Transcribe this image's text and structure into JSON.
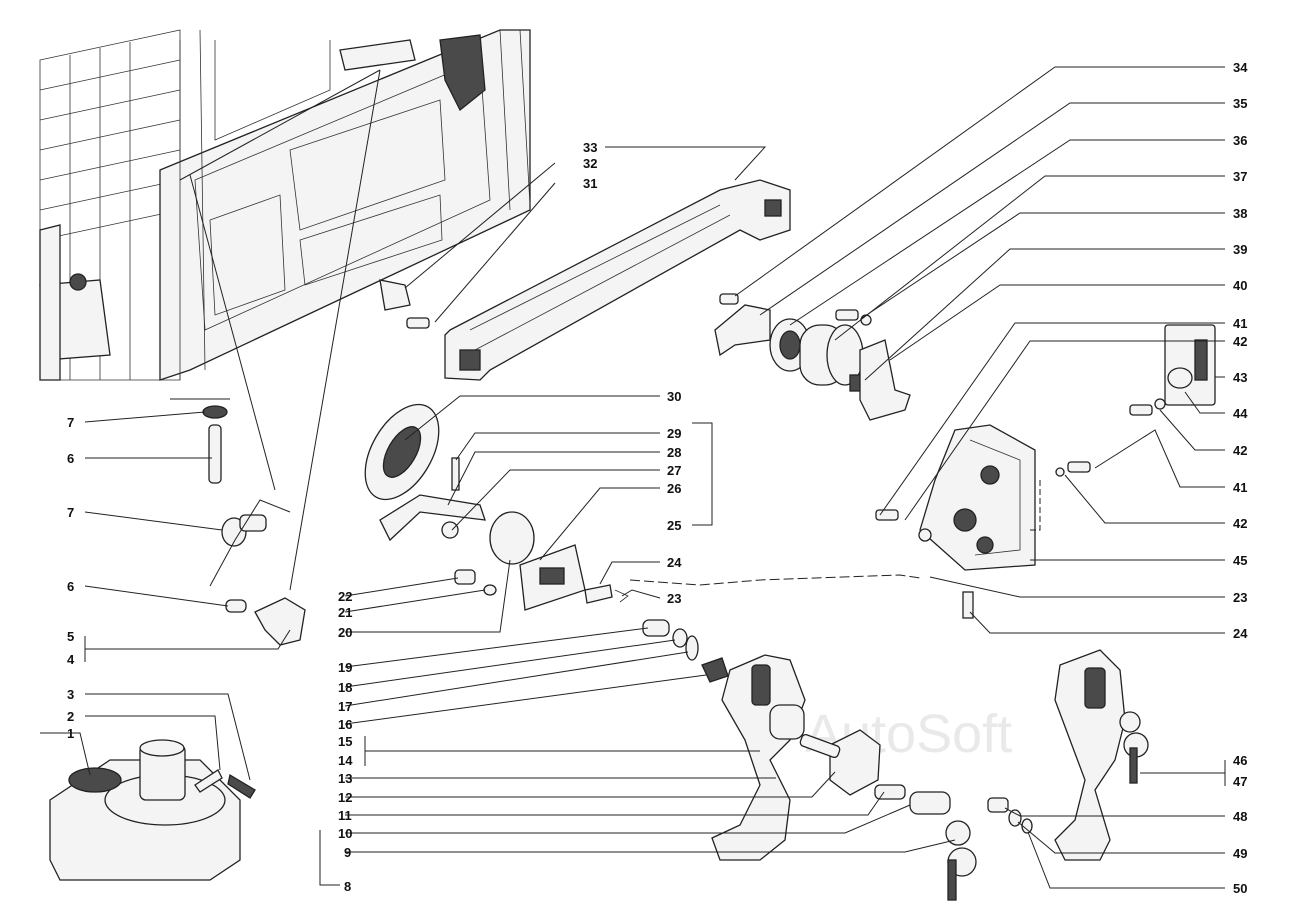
{
  "watermark": "AutoSoft",
  "callouts": {
    "n1": "1",
    "n2": "2",
    "n3": "3",
    "n4": "4",
    "n5": "5",
    "n6a": "6",
    "n6b": "6",
    "n7a": "7",
    "n7b": "7",
    "n8": "8",
    "n9": "9",
    "n10": "10",
    "n11": "11",
    "n12": "12",
    "n13": "13",
    "n14": "14",
    "n15": "15",
    "n16": "16",
    "n17": "17",
    "n18": "18",
    "n19": "19",
    "n20": "20",
    "n21": "21",
    "n22": "22",
    "n23a": "23",
    "n23b": "23",
    "n24a": "24",
    "n24b": "24",
    "n25": "25",
    "n26": "26",
    "n27": "27",
    "n28": "28",
    "n29": "29",
    "n30": "30",
    "n31": "31",
    "n32": "32",
    "n33": "33",
    "n34": "34",
    "n35": "35",
    "n36": "36",
    "n37": "37",
    "n38": "38",
    "n39": "39",
    "n40": "40",
    "n41a": "41",
    "n41b": "41",
    "n42a": "42",
    "n42b": "42",
    "n42c": "42",
    "n43": "43",
    "n44": "44",
    "n45": "45",
    "n46": "46",
    "n47": "47",
    "n48": "48",
    "n49": "49",
    "n50": "50"
  }
}
